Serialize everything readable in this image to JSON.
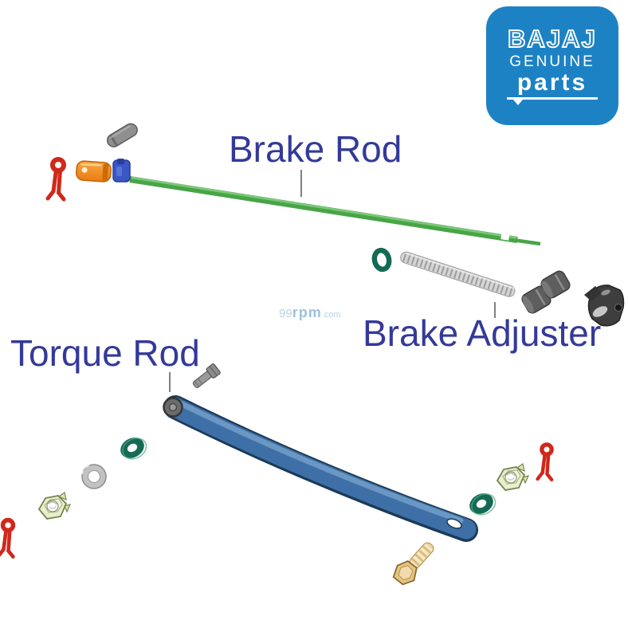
{
  "logo": {
    "brand": "BAJAJ",
    "genuine": "GENUINE",
    "parts": "parts",
    "bg_color": "#1d82c4",
    "text_color": "#ffffff"
  },
  "labels": {
    "brake_rod": "Brake Rod",
    "brake_adjuster": "Brake Adjuster",
    "torque_rod": "Torque Rod",
    "text_color": "#333a99"
  },
  "watermark": {
    "part1": "99",
    "part2": "rpm",
    "part3": ".com",
    "color": "#9fc0de"
  },
  "parts": [
    {
      "name": "clevis-pin",
      "color": "#8f8f8f",
      "count": 1
    },
    {
      "name": "cotter-pin",
      "color": "#d0281a",
      "count": 3
    },
    {
      "name": "clevis-joint",
      "color": "#f0881e",
      "count": 1
    },
    {
      "name": "clevis-yoke",
      "color": "#3a57c5",
      "count": 1
    },
    {
      "name": "brake-rod",
      "color": "#48a547",
      "count": 1
    },
    {
      "name": "o-ring",
      "color": "#156a54",
      "count": 1
    },
    {
      "name": "adjuster-spring",
      "color": "#d6d6d6",
      "count": 1
    },
    {
      "name": "adjuster-rollers",
      "color": "#5e5e5e",
      "count": 2
    },
    {
      "name": "adjuster-nut",
      "color": "#3e3e3e",
      "count": 1
    },
    {
      "name": "torque-rod",
      "color": "#3e6fa6",
      "count": 1
    },
    {
      "name": "small-bolt",
      "color": "#9a9a9a",
      "count": 1
    },
    {
      "name": "green-washer",
      "color": "#156a54",
      "count": 2
    },
    {
      "name": "flat-washer",
      "color": "#c2c2c2",
      "count": 1
    },
    {
      "name": "hex-nut",
      "color": "#e9eecd",
      "count": 2
    },
    {
      "name": "hex-bolt",
      "color": "#e6c481",
      "count": 1
    }
  ]
}
